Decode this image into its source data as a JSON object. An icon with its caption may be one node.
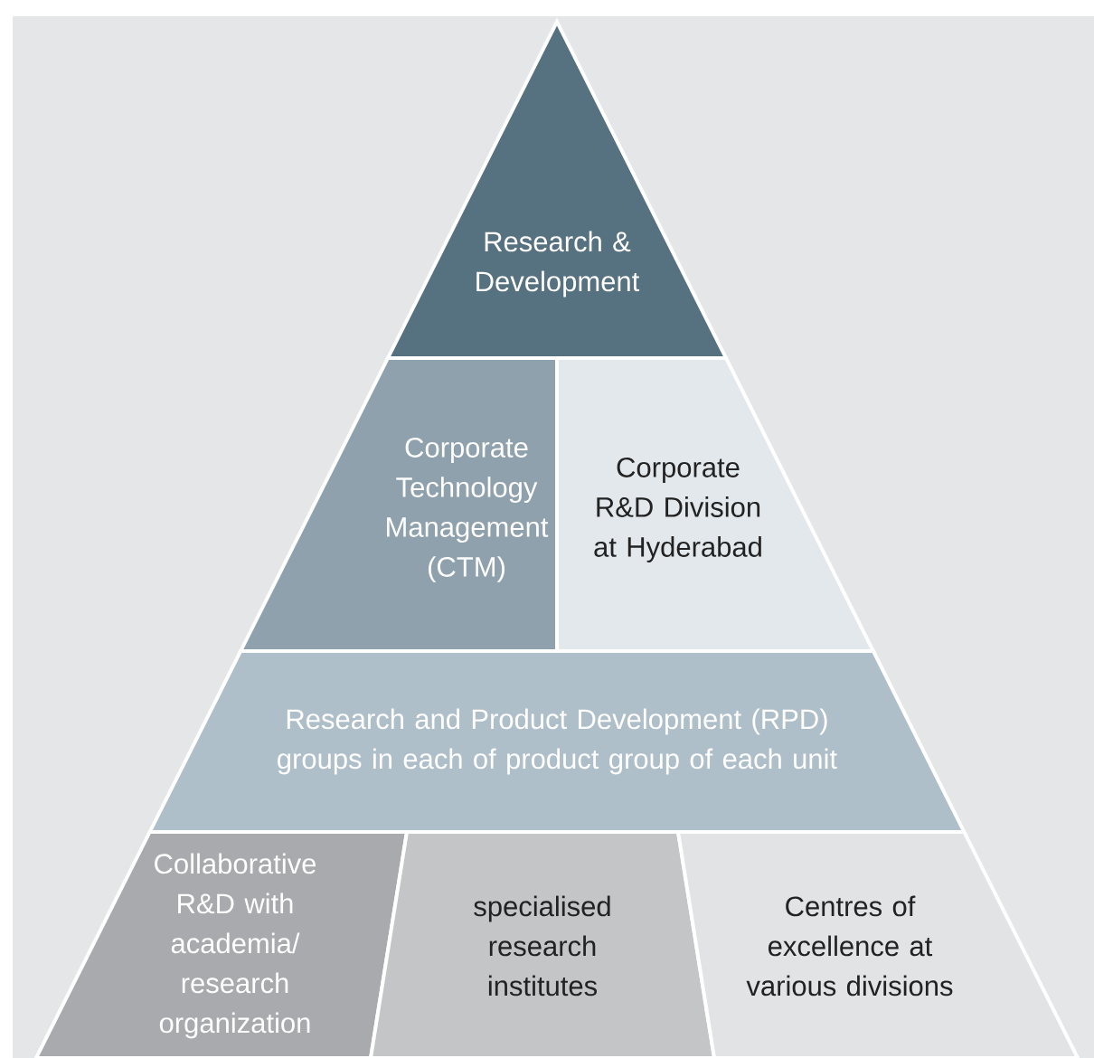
{
  "diagram": {
    "nodes": [
      {
        "text": [
          "Research & Development"
        ]
      },
      {
        "text": [
          "Corporate Technology Management (CTM)"
        ]
      },
      {
        "text": [
          "Corporate R&D Division at Hyderabad"
        ]
      },
      {
        "text": [
          "Research and Product Development (RPD) groups in each of product group of each unit"
        ]
      },
      {
        "text": [
          "Collaborative R&D with academia/ research organization"
        ]
      },
      {
        "text": [
          "specialised research institutes"
        ]
      },
      {
        "text": [
          "Centres of excellence at various divisions"
        ]
      }
    ]
  }
}
